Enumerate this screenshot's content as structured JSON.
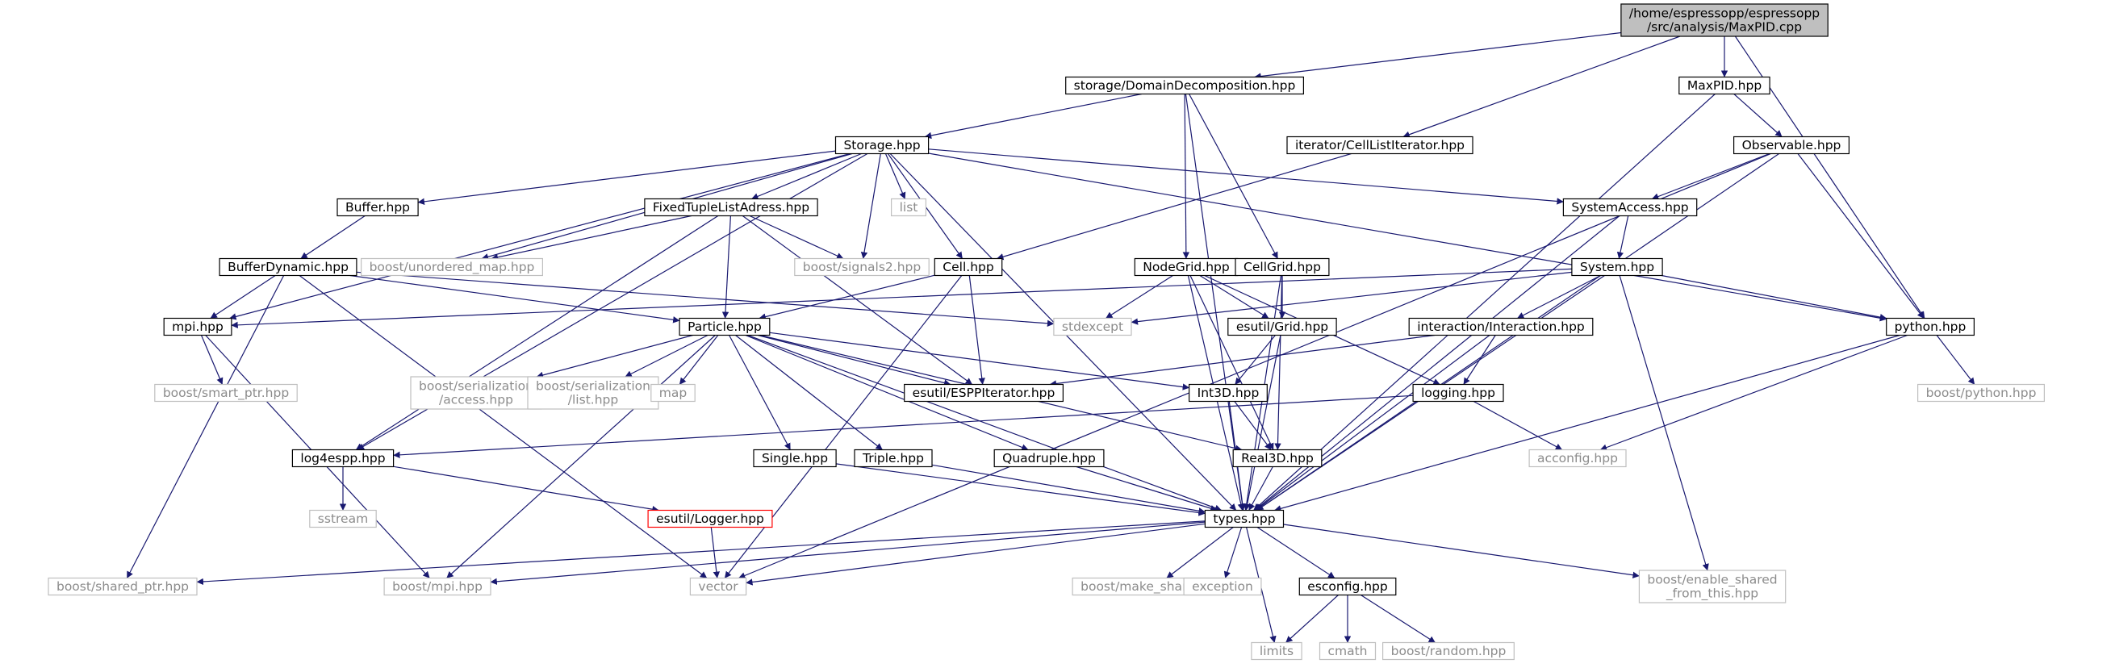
{
  "colors": {
    "root_fill": "#bfbfbf",
    "node_border": "#000000",
    "external_border": "#bfbfbf",
    "highlight_border": "#ff0000",
    "edge": "#191970"
  },
  "nodes": [
    {
      "id": "root",
      "lines": [
        "/home/espressopp/espressopp",
        "/src/analysis/MaxPID.cpp"
      ],
      "kind": "root"
    },
    {
      "id": "domdec",
      "lines": [
        "storage/DomainDecomposition.hpp"
      ],
      "kind": "file"
    },
    {
      "id": "maxpidh",
      "lines": [
        "MaxPID.hpp"
      ],
      "kind": "file"
    },
    {
      "id": "storage",
      "lines": [
        "Storage.hpp"
      ],
      "kind": "file"
    },
    {
      "id": "celllistit",
      "lines": [
        "iterator/CellListIterator.hpp"
      ],
      "kind": "file"
    },
    {
      "id": "observable",
      "lines": [
        "Observable.hpp"
      ],
      "kind": "file"
    },
    {
      "id": "buffer",
      "lines": [
        "Buffer.hpp"
      ],
      "kind": "file"
    },
    {
      "id": "ftla",
      "lines": [
        "FixedTupleListAdress.hpp"
      ],
      "kind": "file"
    },
    {
      "id": "list",
      "lines": [
        "list"
      ],
      "kind": "external"
    },
    {
      "id": "sysaccess",
      "lines": [
        "SystemAccess.hpp"
      ],
      "kind": "file"
    },
    {
      "id": "bufdyn",
      "lines": [
        "BufferDynamic.hpp"
      ],
      "kind": "file"
    },
    {
      "id": "unordmap",
      "lines": [
        "boost/unordered_map.hpp"
      ],
      "kind": "external"
    },
    {
      "id": "signals2",
      "lines": [
        "boost/signals2.hpp"
      ],
      "kind": "external"
    },
    {
      "id": "cell",
      "lines": [
        "Cell.hpp"
      ],
      "kind": "file"
    },
    {
      "id": "nodegrid",
      "lines": [
        "NodeGrid.hpp"
      ],
      "kind": "file"
    },
    {
      "id": "cellgrid",
      "lines": [
        "CellGrid.hpp"
      ],
      "kind": "file"
    },
    {
      "id": "system",
      "lines": [
        "System.hpp"
      ],
      "kind": "file"
    },
    {
      "id": "mpi",
      "lines": [
        "mpi.hpp"
      ],
      "kind": "file"
    },
    {
      "id": "particle",
      "lines": [
        "Particle.hpp"
      ],
      "kind": "file"
    },
    {
      "id": "stdexcept",
      "lines": [
        "stdexcept"
      ],
      "kind": "external"
    },
    {
      "id": "esgrid",
      "lines": [
        "esutil/Grid.hpp"
      ],
      "kind": "file"
    },
    {
      "id": "interaction",
      "lines": [
        "interaction/Interaction.hpp"
      ],
      "kind": "file"
    },
    {
      "id": "python",
      "lines": [
        "python.hpp"
      ],
      "kind": "file"
    },
    {
      "id": "smartptr",
      "lines": [
        "boost/smart_ptr.hpp"
      ],
      "kind": "external"
    },
    {
      "id": "seraccess",
      "lines": [
        "boost/serialization",
        "/access.hpp"
      ],
      "kind": "external"
    },
    {
      "id": "serlist",
      "lines": [
        "boost/serialization",
        "/list.hpp"
      ],
      "kind": "external"
    },
    {
      "id": "map",
      "lines": [
        "map"
      ],
      "kind": "external"
    },
    {
      "id": "esppit",
      "lines": [
        "esutil/ESPPIterator.hpp"
      ],
      "kind": "file"
    },
    {
      "id": "int3d",
      "lines": [
        "Int3D.hpp"
      ],
      "kind": "file"
    },
    {
      "id": "logging",
      "lines": [
        "logging.hpp"
      ],
      "kind": "file"
    },
    {
      "id": "bpython",
      "lines": [
        "boost/python.hpp"
      ],
      "kind": "external"
    },
    {
      "id": "log4espp",
      "lines": [
        "log4espp.hpp"
      ],
      "kind": "file"
    },
    {
      "id": "single",
      "lines": [
        "Single.hpp"
      ],
      "kind": "file"
    },
    {
      "id": "triple",
      "lines": [
        "Triple.hpp"
      ],
      "kind": "file"
    },
    {
      "id": "quadruple",
      "lines": [
        "Quadruple.hpp"
      ],
      "kind": "file"
    },
    {
      "id": "real3d",
      "lines": [
        "Real3D.hpp"
      ],
      "kind": "file"
    },
    {
      "id": "acconfig",
      "lines": [
        "acconfig.hpp"
      ],
      "kind": "external"
    },
    {
      "id": "sstream",
      "lines": [
        "sstream"
      ],
      "kind": "external"
    },
    {
      "id": "logger",
      "lines": [
        "esutil/Logger.hpp"
      ],
      "kind": "highlight"
    },
    {
      "id": "types",
      "lines": [
        "types.hpp"
      ],
      "kind": "file"
    },
    {
      "id": "sharedptr",
      "lines": [
        "boost/shared_ptr.hpp"
      ],
      "kind": "external"
    },
    {
      "id": "bmpi",
      "lines": [
        "boost/mpi.hpp"
      ],
      "kind": "external"
    },
    {
      "id": "vector",
      "lines": [
        "vector"
      ],
      "kind": "external"
    },
    {
      "id": "makeshared",
      "lines": [
        "boost/make_shared.hpp"
      ],
      "kind": "external"
    },
    {
      "id": "exception",
      "lines": [
        "exception"
      ],
      "kind": "external"
    },
    {
      "id": "esconfig",
      "lines": [
        "esconfig.hpp"
      ],
      "kind": "file"
    },
    {
      "id": "enableshared",
      "lines": [
        "boost/enable_shared",
        "_from_this.hpp"
      ],
      "kind": "external"
    },
    {
      "id": "limits",
      "lines": [
        "limits"
      ],
      "kind": "external"
    },
    {
      "id": "cmath",
      "lines": [
        "cmath"
      ],
      "kind": "external"
    },
    {
      "id": "random",
      "lines": [
        "boost/random.hpp"
      ],
      "kind": "external"
    }
  ],
  "edges": [
    [
      "root",
      "domdec"
    ],
    [
      "root",
      "maxpidh"
    ],
    [
      "root",
      "celllistit"
    ],
    [
      "root",
      "python"
    ],
    [
      "domdec",
      "storage"
    ],
    [
      "domdec",
      "nodegrid"
    ],
    [
      "domdec",
      "cellgrid"
    ],
    [
      "domdec",
      "types"
    ],
    [
      "maxpidh",
      "observable"
    ],
    [
      "maxpidh",
      "types"
    ],
    [
      "celllistit",
      "cell"
    ],
    [
      "observable",
      "sysaccess"
    ],
    [
      "observable",
      "python"
    ],
    [
      "observable",
      "types"
    ],
    [
      "observable",
      "vector"
    ],
    [
      "storage",
      "buffer"
    ],
    [
      "storage",
      "ftla"
    ],
    [
      "storage",
      "list"
    ],
    [
      "storage",
      "sysaccess"
    ],
    [
      "storage",
      "unordmap"
    ],
    [
      "storage",
      "signals2"
    ],
    [
      "storage",
      "cell"
    ],
    [
      "storage",
      "mpi"
    ],
    [
      "storage",
      "log4espp"
    ],
    [
      "storage",
      "python"
    ],
    [
      "storage",
      "types"
    ],
    [
      "buffer",
      "bufdyn"
    ],
    [
      "bufdyn",
      "mpi"
    ],
    [
      "bufdyn",
      "particle"
    ],
    [
      "bufdyn",
      "stdexcept"
    ],
    [
      "bufdyn",
      "sharedptr"
    ],
    [
      "bufdyn",
      "vector"
    ],
    [
      "ftla",
      "unordmap"
    ],
    [
      "ftla",
      "signals2"
    ],
    [
      "ftla",
      "particle"
    ],
    [
      "ftla",
      "esppit"
    ],
    [
      "ftla",
      "log4espp"
    ],
    [
      "sysaccess",
      "system"
    ],
    [
      "sysaccess",
      "types"
    ],
    [
      "cell",
      "particle"
    ],
    [
      "cell",
      "esppit"
    ],
    [
      "cell",
      "vector"
    ],
    [
      "nodegrid",
      "stdexcept"
    ],
    [
      "nodegrid",
      "esgrid"
    ],
    [
      "nodegrid",
      "real3d"
    ],
    [
      "nodegrid",
      "logging"
    ],
    [
      "nodegrid",
      "types"
    ],
    [
      "cellgrid",
      "esgrid"
    ],
    [
      "cellgrid",
      "real3d"
    ],
    [
      "cellgrid",
      "types"
    ],
    [
      "system",
      "mpi"
    ],
    [
      "system",
      "stdexcept"
    ],
    [
      "system",
      "interaction"
    ],
    [
      "system",
      "python"
    ],
    [
      "system",
      "types"
    ],
    [
      "system",
      "enableshared"
    ],
    [
      "mpi",
      "smartptr"
    ],
    [
      "mpi",
      "bmpi"
    ],
    [
      "particle",
      "seraccess"
    ],
    [
      "particle",
      "serlist"
    ],
    [
      "particle",
      "map"
    ],
    [
      "particle",
      "esppit"
    ],
    [
      "particle",
      "int3d"
    ],
    [
      "particle",
      "single"
    ],
    [
      "particle",
      "triple"
    ],
    [
      "particle",
      "quadruple"
    ],
    [
      "particle",
      "real3d"
    ],
    [
      "particle",
      "types"
    ],
    [
      "particle",
      "bmpi"
    ],
    [
      "esgrid",
      "int3d"
    ],
    [
      "esgrid",
      "types"
    ],
    [
      "interaction",
      "esppit"
    ],
    [
      "interaction",
      "logging"
    ],
    [
      "interaction",
      "types"
    ],
    [
      "python",
      "bpython"
    ],
    [
      "python",
      "acconfig"
    ],
    [
      "python",
      "types"
    ],
    [
      "int3d",
      "real3d"
    ],
    [
      "int3d",
      "types"
    ],
    [
      "logging",
      "log4espp"
    ],
    [
      "logging",
      "acconfig"
    ],
    [
      "log4espp",
      "sstream"
    ],
    [
      "log4espp",
      "logger"
    ],
    [
      "logger",
      "vector"
    ],
    [
      "single",
      "types"
    ],
    [
      "triple",
      "types"
    ],
    [
      "quadruple",
      "types"
    ],
    [
      "real3d",
      "types"
    ],
    [
      "types",
      "sharedptr"
    ],
    [
      "types",
      "bmpi"
    ],
    [
      "types",
      "vector"
    ],
    [
      "types",
      "makeshared"
    ],
    [
      "types",
      "exception"
    ],
    [
      "types",
      "esconfig"
    ],
    [
      "types",
      "enableshared"
    ],
    [
      "types",
      "limits"
    ],
    [
      "esconfig",
      "limits"
    ],
    [
      "esconfig",
      "cmath"
    ],
    [
      "esconfig",
      "random"
    ]
  ]
}
